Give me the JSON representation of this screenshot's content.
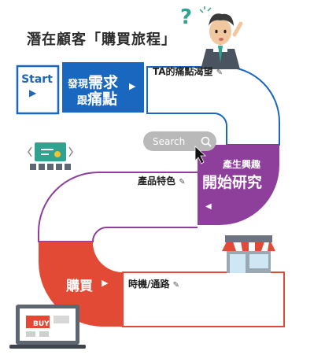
{
  "title": "潛在顧客「購買旅程」",
  "steps": {
    "start": "Start",
    "discover_pre": "發現",
    "discover_big1": "需求",
    "discover_mid": "跟",
    "discover_big2": "痛點",
    "painpoint": "TA的痛點渴望",
    "search": "Search",
    "research_small": "產生興趣",
    "research_big": "開始研究",
    "features": "產品特色",
    "buy": "購買",
    "timing": "時機/通路",
    "buy_badge": "BUY"
  },
  "symbols": {
    "arrow_right": "▶",
    "arrow_left": "◀",
    "question": "?",
    "pencil": "✎"
  },
  "colors": {
    "blue": "#1a67c0",
    "purple": "#8e3f9c",
    "red": "#e34a35",
    "teal": "#2fa38f",
    "search_pill": "#b9b9b9"
  }
}
